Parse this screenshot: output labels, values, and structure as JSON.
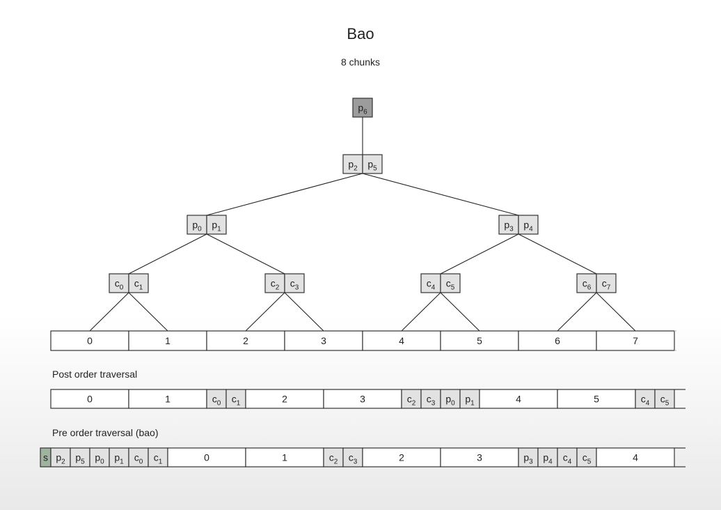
{
  "title": "Bao",
  "subtitle": "8 chunks",
  "colors": {
    "hash_fill": "#e2e2e2",
    "root_fill": "#9c9c9c",
    "chunk_fill": "#ffffff",
    "sig_fill": "#9fb39f",
    "stroke": "#333333"
  },
  "tree": {
    "root": [
      {
        "t": "p",
        "s": "6"
      }
    ],
    "level1": [
      [
        {
          "t": "p",
          "s": "2"
        },
        {
          "t": "p",
          "s": "5"
        }
      ]
    ],
    "level2": [
      [
        {
          "t": "p",
          "s": "0"
        },
        {
          "t": "p",
          "s": "1"
        }
      ],
      [
        {
          "t": "p",
          "s": "3"
        },
        {
          "t": "p",
          "s": "4"
        }
      ]
    ],
    "level3": [
      [
        {
          "t": "c",
          "s": "0"
        },
        {
          "t": "c",
          "s": "1"
        }
      ],
      [
        {
          "t": "c",
          "s": "2"
        },
        {
          "t": "c",
          "s": "3"
        }
      ],
      [
        {
          "t": "c",
          "s": "4"
        },
        {
          "t": "c",
          "s": "5"
        }
      ],
      [
        {
          "t": "c",
          "s": "6"
        },
        {
          "t": "c",
          "s": "7"
        }
      ]
    ],
    "chunks": [
      "0",
      "1",
      "2",
      "3",
      "4",
      "5",
      "6",
      "7"
    ]
  },
  "post_order": {
    "label": "Post order traversal",
    "cells": [
      {
        "k": "chunk",
        "t": "0"
      },
      {
        "k": "chunk",
        "t": "1"
      },
      {
        "k": "hash",
        "t": "c",
        "s": "0"
      },
      {
        "k": "hash",
        "t": "c",
        "s": "1"
      },
      {
        "k": "chunk",
        "t": "2"
      },
      {
        "k": "chunk",
        "t": "3"
      },
      {
        "k": "hash",
        "t": "c",
        "s": "2"
      },
      {
        "k": "hash",
        "t": "c",
        "s": "3"
      },
      {
        "k": "hash",
        "t": "p",
        "s": "0"
      },
      {
        "k": "hash",
        "t": "p",
        "s": "1"
      },
      {
        "k": "chunk",
        "t": "4"
      },
      {
        "k": "chunk",
        "t": "5"
      },
      {
        "k": "hash",
        "t": "c",
        "s": "4"
      },
      {
        "k": "hash",
        "t": "c",
        "s": "5"
      }
    ]
  },
  "pre_order": {
    "label": "Pre order traversal (bao)",
    "cells": [
      {
        "k": "sig",
        "t": "s"
      },
      {
        "k": "hash",
        "t": "p",
        "s": "2"
      },
      {
        "k": "hash",
        "t": "p",
        "s": "5"
      },
      {
        "k": "hash",
        "t": "p",
        "s": "0"
      },
      {
        "k": "hash",
        "t": "p",
        "s": "1"
      },
      {
        "k": "hash",
        "t": "c",
        "s": "0"
      },
      {
        "k": "hash",
        "t": "c",
        "s": "1"
      },
      {
        "k": "chunk",
        "t": "0"
      },
      {
        "k": "chunk",
        "t": "1"
      },
      {
        "k": "hash",
        "t": "c",
        "s": "2"
      },
      {
        "k": "hash",
        "t": "c",
        "s": "3"
      },
      {
        "k": "chunk",
        "t": "2"
      },
      {
        "k": "chunk",
        "t": "3"
      },
      {
        "k": "hash",
        "t": "p",
        "s": "3"
      },
      {
        "k": "hash",
        "t": "p",
        "s": "4"
      },
      {
        "k": "hash",
        "t": "c",
        "s": "4"
      },
      {
        "k": "hash",
        "t": "c",
        "s": "5"
      },
      {
        "k": "chunk",
        "t": "4"
      }
    ]
  }
}
